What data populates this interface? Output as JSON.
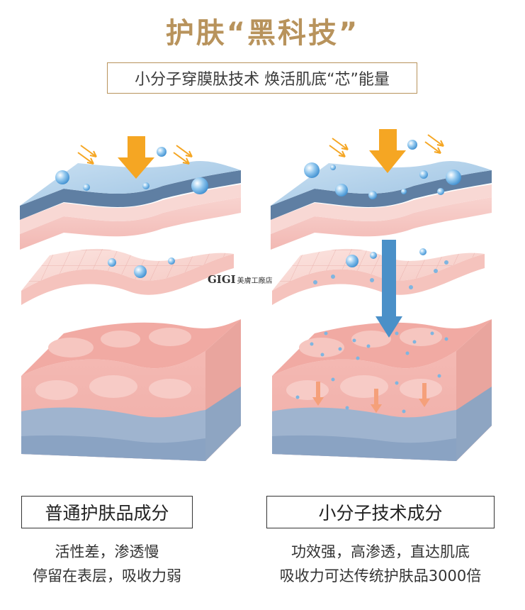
{
  "title": "护肤“黑科技”",
  "subtitle": "小分子穿膜肽技术 焕活肌底“芯”能量",
  "watermark": {
    "brand": "GIGI",
    "suffix": "美膚工廠店"
  },
  "left": {
    "label": "普通护肤品成分",
    "desc_line1": "活性差，渗透慢",
    "desc_line2": "停留在表层，吸收力弱"
  },
  "right": {
    "label": "小分子技术成分",
    "desc_line1": "功效强，高渗透，直达肌底",
    "desc_line2": "吸收力可达传统护肤品3000倍"
  },
  "colors": {
    "gold": "#b8935c",
    "arrow_orange": "#f5a623",
    "arrow_blue": "#4a90c8",
    "skin_pink": "#f6c4c1",
    "skin_top_blue": "#a9cbe6",
    "base_blue": "#9fb4cf"
  }
}
